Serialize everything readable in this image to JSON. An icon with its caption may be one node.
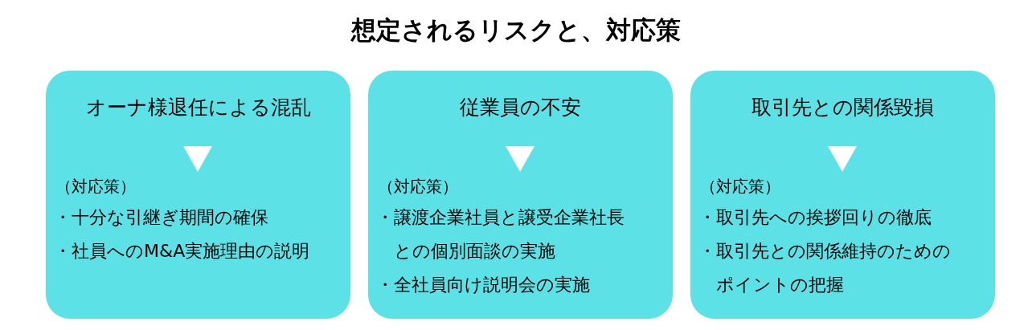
{
  "diagram": {
    "title": "想定されるリスクと、対応策",
    "nodes": [
      {
        "text": [
          "オーナ様退任による混乱",
          "（対応策）",
          "・十分な引継ぎ期間の確保",
          "・社員へのM&A実施理由の説明"
        ]
      },
      {
        "text": [
          "従業員の不安",
          "（対応策）",
          "・譲渡企業社員と譲受企業社長との個別面談の実施",
          "・全社員向け説明会の実施"
        ]
      },
      {
        "text": [
          "取引先との関係毀損",
          "（対応策）",
          "・取引先への挨拶回りの徹底",
          "・取引先との関係維持のためのポイントの把握"
        ]
      }
    ]
  }
}
